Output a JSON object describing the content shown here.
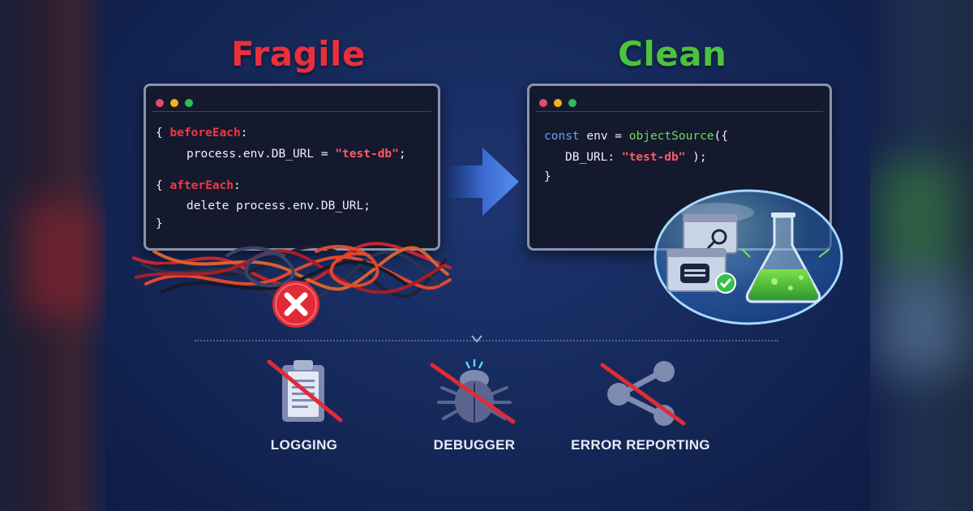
{
  "headings": {
    "fragile": "Fragile",
    "clean": "Clean"
  },
  "left_code": {
    "line1_brace": "{ ",
    "line1_kw": "beforeEach",
    "line1_colon": ":",
    "line2_a": "process.env.DB_URL = ",
    "line2_str": "\"test-db\"",
    "line2_end": ";",
    "line3_brace": "{ ",
    "line3_kw": "afterEach",
    "line3_colon": ":",
    "line4": "delete process.env.DB_URL;",
    "line5": "}"
  },
  "right_code": {
    "line1_kw": "const",
    "line1_mid": " env = ",
    "line1_fn": "objectSource",
    "line1_end": "({",
    "line2_a": "DB_URL: ",
    "line2_str": "\"test-db\"",
    "line2_end": " );",
    "line3": "}"
  },
  "features": [
    {
      "label": "LOGGING",
      "icon": "clipboard-icon",
      "status": "disabled"
    },
    {
      "label": "DEBUGGER",
      "icon": "bug-icon",
      "status": "disabled"
    },
    {
      "label": "ERROR REPORTING",
      "icon": "share-icon",
      "status": "disabled"
    }
  ],
  "colors": {
    "fragile": "#e8303d",
    "clean": "#4cc33d",
    "strike": "#e02b36"
  }
}
